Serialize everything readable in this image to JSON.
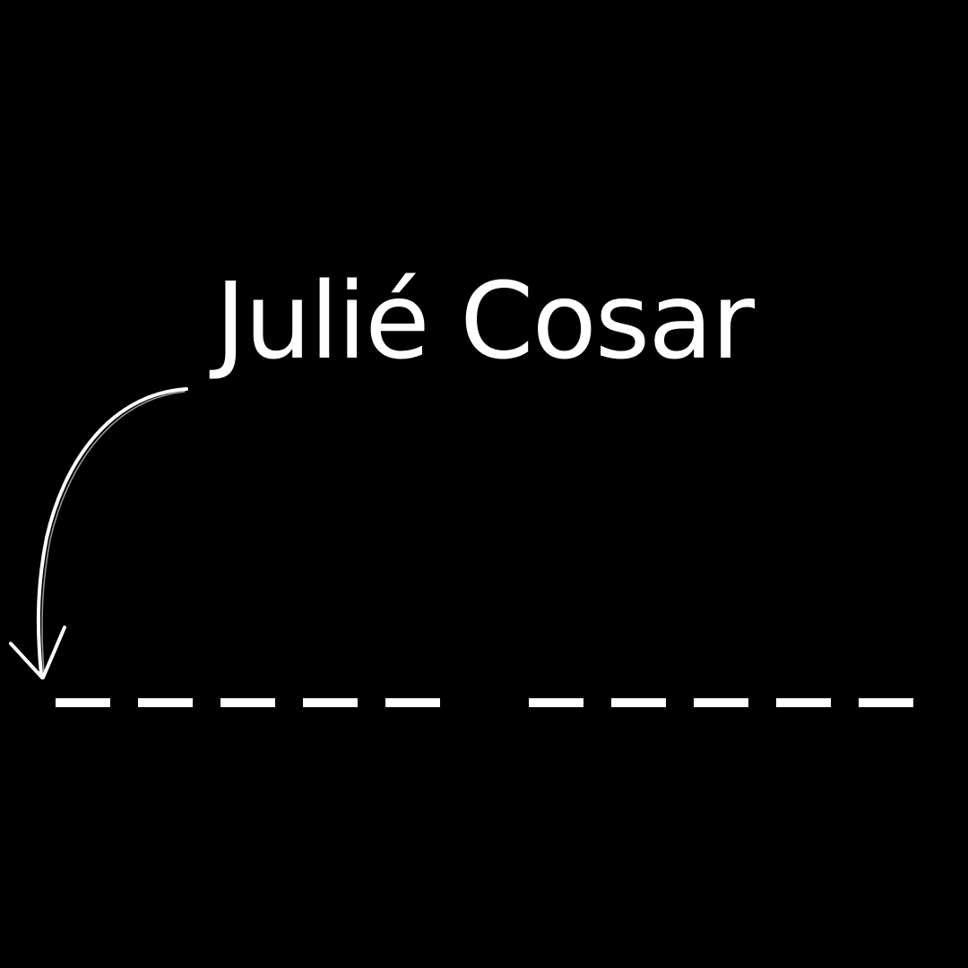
{
  "title": {
    "text": "Julié Cosar",
    "color": "#ffffff"
  },
  "background_color": "#000000",
  "arrow": {
    "icon": "hand-drawn-curved-arrow-icon",
    "color": "#ffffff"
  },
  "blanks": {
    "words": [
      {
        "letters": 5
      },
      {
        "letters": 5
      }
    ],
    "color": "#ffffff"
  }
}
